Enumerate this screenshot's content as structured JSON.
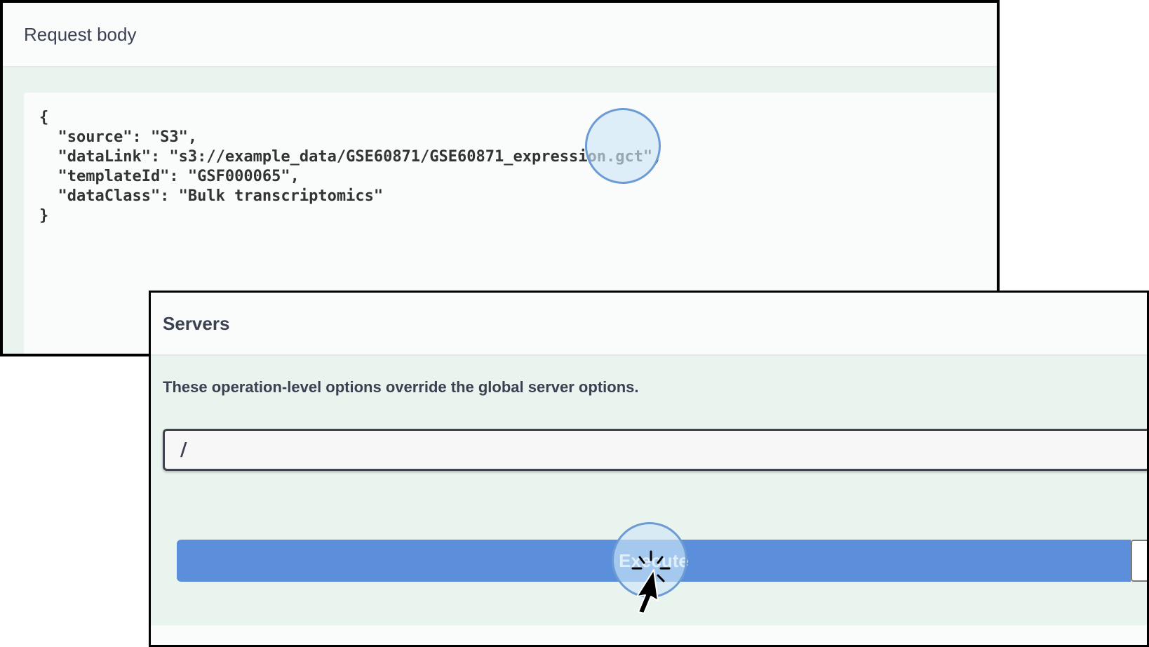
{
  "request_body": {
    "title": "Request body",
    "json_text": "{\n  \"source\": \"S3\",\n  \"dataLink\": \"s3://example_data/GSE60871/GSE60871_expression.gct\",\n  \"templateId\": \"GSF000065\",\n  \"dataClass\": \"Bulk transcriptomics\"\n}"
  },
  "servers": {
    "title": "Servers",
    "description": "These operation-level options override the global server options.",
    "selected_server": "/",
    "execute_label": "Execute"
  },
  "colors": {
    "execute_button": "#5b8fdc",
    "panel_background": "#eaf4ef",
    "text": "#3b4151"
  },
  "icons": [
    "cursor-icon",
    "click-indicator-icon"
  ]
}
